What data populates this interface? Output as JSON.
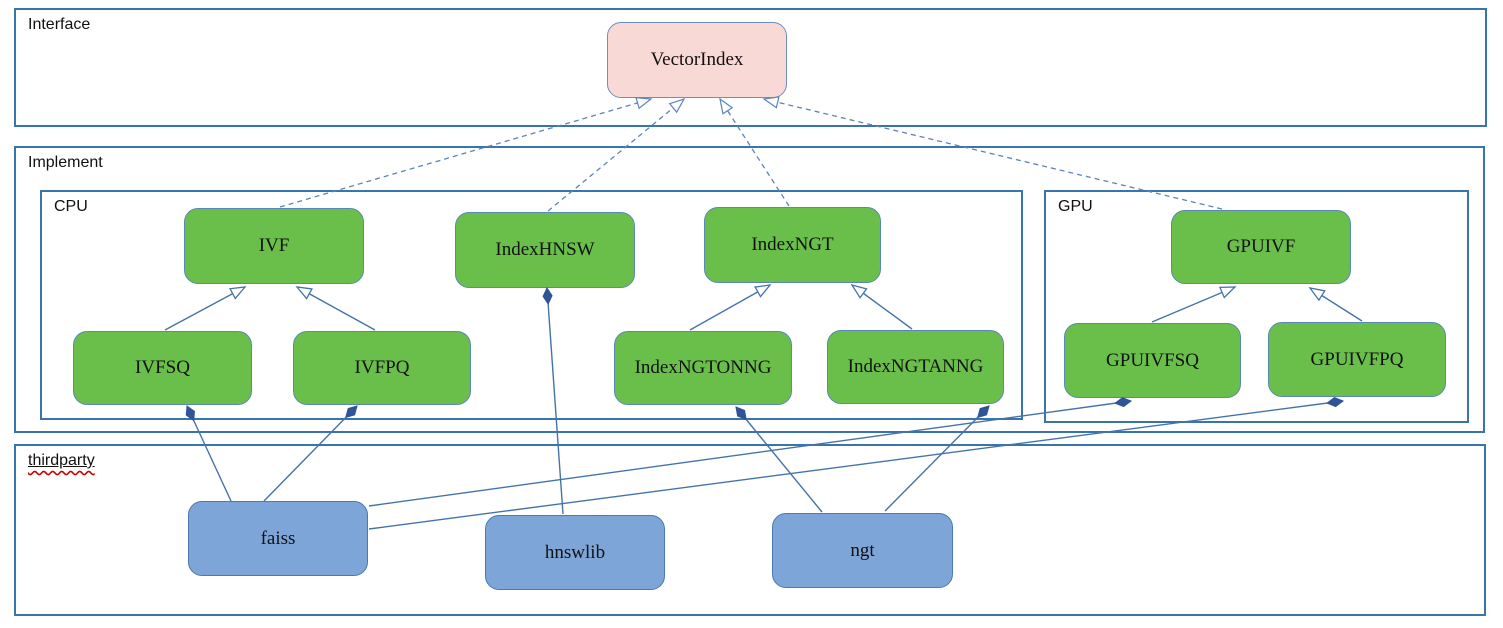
{
  "containers": {
    "interface": {
      "label": "Interface"
    },
    "implement": {
      "label": "Implement"
    },
    "cpu": {
      "label": "CPU"
    },
    "gpu": {
      "label": "GPU"
    },
    "thirdparty": {
      "label": "thirdparty"
    }
  },
  "nodes": {
    "vectorindex": {
      "label": "VectorIndex",
      "type": "interface"
    },
    "ivf": {
      "label": "IVF",
      "type": "implementation"
    },
    "indexhnsw": {
      "label": "IndexHNSW",
      "type": "implementation"
    },
    "indexngt": {
      "label": "IndexNGT",
      "type": "implementation"
    },
    "ivfsq": {
      "label": "IVFSQ",
      "type": "implementation"
    },
    "ivfpq": {
      "label": "IVFPQ",
      "type": "implementation"
    },
    "indexngtonng": {
      "label": "IndexNGTONNG",
      "type": "implementation"
    },
    "indexngtanng": {
      "label": "IndexNGTANNG",
      "type": "implementation"
    },
    "gpuivf": {
      "label": "GPUIVF",
      "type": "implementation"
    },
    "gpuivfsq": {
      "label": "GPUIVFSQ",
      "type": "implementation"
    },
    "gpuivfpq": {
      "label": "GPUIVFPQ",
      "type": "implementation"
    },
    "faiss": {
      "label": "faiss",
      "type": "thirdparty"
    },
    "hnswlib": {
      "label": "hnswlib",
      "type": "thirdparty"
    },
    "ngt": {
      "label": "ngt",
      "type": "thirdparty"
    }
  },
  "relations": [
    {
      "from": "ivf",
      "to": "vectorindex",
      "type": "realization-dashed-hollow-arrow"
    },
    {
      "from": "indexhnsw",
      "to": "vectorindex",
      "type": "realization-dashed-hollow-arrow"
    },
    {
      "from": "indexngt",
      "to": "vectorindex",
      "type": "realization-dashed-hollow-arrow"
    },
    {
      "from": "gpuivf",
      "to": "vectorindex",
      "type": "realization-dashed-hollow-arrow"
    },
    {
      "from": "ivfsq",
      "to": "ivf",
      "type": "generalization-hollow-arrow"
    },
    {
      "from": "ivfpq",
      "to": "ivf",
      "type": "generalization-hollow-arrow"
    },
    {
      "from": "indexngtonng",
      "to": "indexngt",
      "type": "generalization-hollow-arrow"
    },
    {
      "from": "indexngtanng",
      "to": "indexngt",
      "type": "generalization-hollow-arrow"
    },
    {
      "from": "gpuivfsq",
      "to": "gpuivf",
      "type": "generalization-hollow-arrow"
    },
    {
      "from": "gpuivfpq",
      "to": "gpuivf",
      "type": "generalization-hollow-arrow"
    },
    {
      "from": "faiss",
      "to": "ivfsq",
      "type": "composition-filled-diamond"
    },
    {
      "from": "faiss",
      "to": "ivfpq",
      "type": "composition-filled-diamond"
    },
    {
      "from": "faiss",
      "to": "gpuivfsq",
      "type": "composition-filled-diamond"
    },
    {
      "from": "faiss",
      "to": "gpuivfpq",
      "type": "composition-filled-diamond"
    },
    {
      "from": "hnswlib",
      "to": "indexhnsw",
      "type": "composition-filled-diamond"
    },
    {
      "from": "ngt",
      "to": "indexngtonng",
      "type": "composition-filled-diamond"
    },
    {
      "from": "ngt",
      "to": "indexngtanng",
      "type": "composition-filled-diamond"
    }
  ],
  "colors": {
    "interface_node_fill": "#f9d9d6",
    "implementation_node_fill": "#6abf4b",
    "thirdparty_node_fill": "#7da5d8",
    "container_border": "#3a74ad",
    "edge_solid": "#4473a9",
    "edge_dashed": "#5b83bd",
    "diamond_fill": "#2f5597",
    "spellcheck_wave": "#cc0000"
  }
}
